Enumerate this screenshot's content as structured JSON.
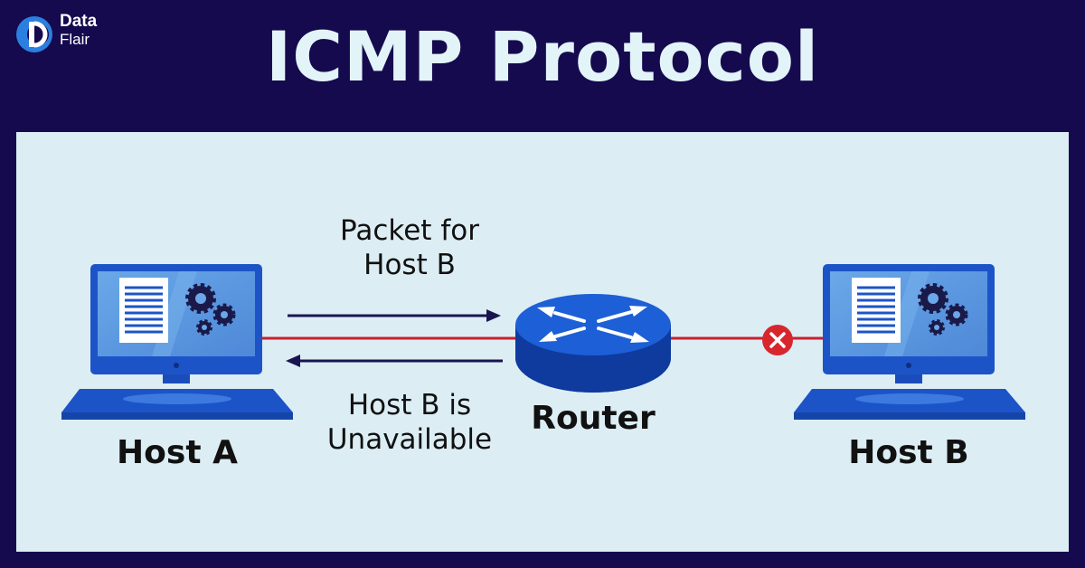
{
  "title": "ICMP Protocol",
  "logo": {
    "line1": "Data",
    "line2": "Flair"
  },
  "labels": {
    "packet_line1": "Packet for",
    "packet_line2": "Host B",
    "unavailable_line1": "Host B is",
    "unavailable_line2": "Unavailable",
    "router": "Router",
    "host_a": "Host A",
    "host_b": "Host B"
  },
  "colors": {
    "background": "#150a4e",
    "panel": "#dcedf4",
    "title": "#e3f4f9",
    "device_blue": "#1c54c8",
    "link_red": "#c9202e",
    "arrow": "#1a1550",
    "error_red": "#d8262e"
  },
  "icons": [
    "monitor-icon",
    "document-icon",
    "gear-icon",
    "router-icon",
    "error-x-icon",
    "arrow-right-icon",
    "arrow-left-icon"
  ]
}
